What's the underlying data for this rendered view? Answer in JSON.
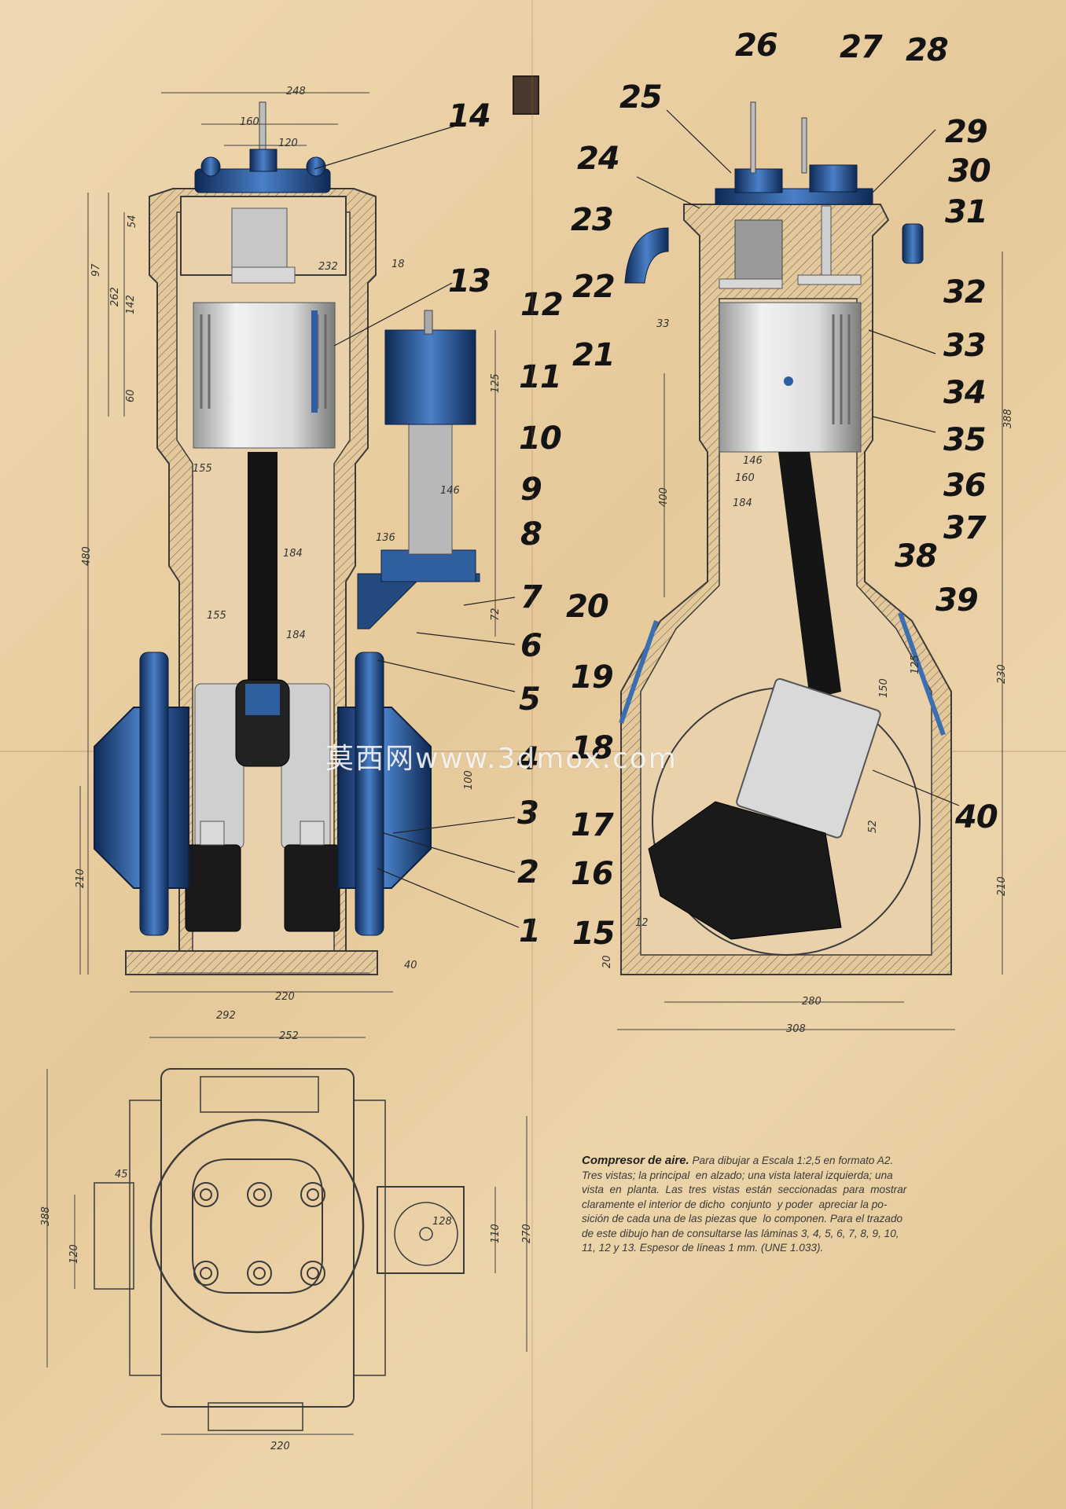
{
  "sheet": {
    "watermark": "莫西网www.3dmox.com"
  },
  "callouts": [
    "1",
    "2",
    "3",
    "4",
    "5",
    "6",
    "7",
    "8",
    "9",
    "10",
    "11",
    "12",
    "13",
    "14",
    "15",
    "16",
    "17",
    "18",
    "19",
    "20",
    "21",
    "22",
    "23",
    "24",
    "25",
    "26",
    "27",
    "28",
    "29",
    "30",
    "31",
    "32",
    "33",
    "34",
    "35",
    "36",
    "37",
    "38",
    "39",
    "40"
  ],
  "dimensions": {
    "front": [
      "248",
      "160",
      "120",
      "232",
      "18",
      "155",
      "184",
      "155",
      "184",
      "220",
      "292",
      "40",
      "210",
      "480",
      "262",
      "142",
      "60",
      "97",
      "54",
      "125",
      "146",
      "72",
      "100",
      "136"
    ],
    "side": [
      "33",
      "146",
      "160",
      "184",
      "400",
      "280",
      "308",
      "210",
      "230",
      "388",
      "20",
      "12",
      "52",
      "125",
      "150"
    ],
    "plan": [
      "252",
      "45",
      "388",
      "120",
      "128",
      "270",
      "110",
      "220"
    ]
  },
  "caption": {
    "title": "Compresor de aire.",
    "lines": [
      " Para dibujar a Escala 1:2,5 en formato A2.",
      "Tres vistas; la principal  en alzado; una vista lateral izquierda; una",
      "vista  en  planta.  Las  tres  vistas  están  seccionadas  para  mostrar",
      "claramente el interior de dicho  conjunto  y poder  apreciar la po-",
      "sición de cada una de las piezas que  lo componen. Para el trazado",
      "de este dibujo han de consultarse las láminas 3, 4, 5, 6, 7, 8, 9, 10,",
      "11, 12 y 13. Espesor de líneas 1 mm. (UNE 1.033)."
    ]
  },
  "colors": {
    "paper": "#e9cfa4",
    "line": "#3b3b3b",
    "steel_blue": "#2f5f9e",
    "silver": "#d8d8d8",
    "black_part": "#151515"
  }
}
